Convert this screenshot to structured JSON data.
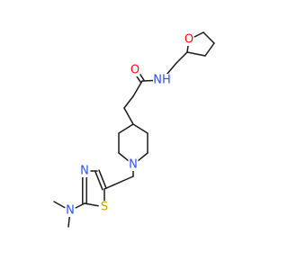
{
  "molecule": {
    "atom_labels": {
      "carbonyl_oxygen": "O",
      "amide_nitrogen": "NH",
      "thf_oxygen": "O",
      "piperidine_nitrogen": "N",
      "thiazole_nitrogen": "N",
      "thiazole_sulfur": "S",
      "dimethylamino_nitrogen": "N"
    },
    "colors": {
      "bond": "#1a1a1a",
      "oxygen": "#ff0d0d",
      "nitrogen": "#3050f8",
      "sulfur": "#c8a000"
    }
  }
}
